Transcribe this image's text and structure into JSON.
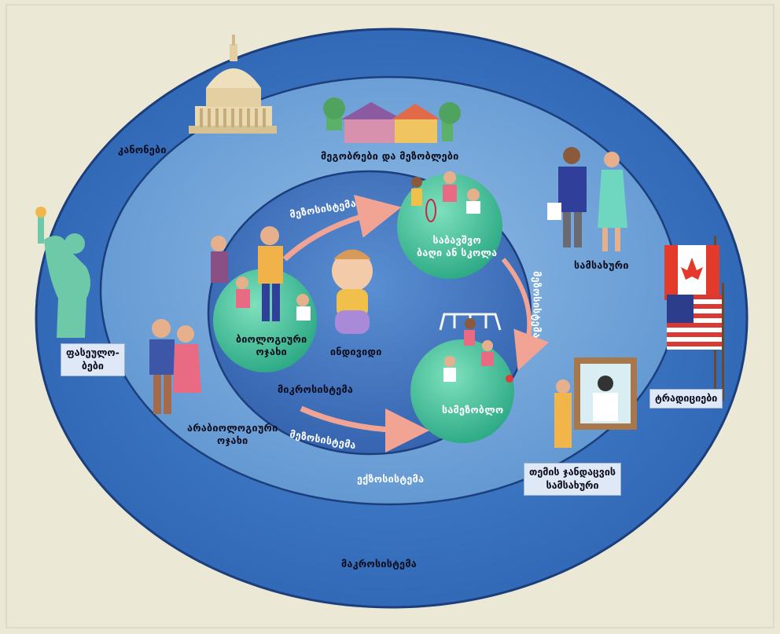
{
  "diagram": {
    "rings": {
      "macro": "მაკროსისტემა",
      "exo": "ექზოსისტემა",
      "micro": "მიკროსისტემა",
      "meso_top": "მეზოსისტემა",
      "meso_right": "მეზოსისტემა",
      "meso_bottom": "მეზოსისტემა"
    },
    "center": "ინდივიდი",
    "micro_nodes": {
      "family": [
        "ბიოლოგიური",
        "ოჯახი"
      ],
      "school": [
        "საბავშვო",
        "ბაღი ან სკოლა"
      ],
      "neighborhood": "სამეზობლო"
    },
    "exo_items": {
      "friends": "მეგობრები და მეზობლები",
      "work": "სამსახური",
      "extended_family": [
        "არაბიოლოგიური",
        "ოჯახი"
      ],
      "social_services": [
        "თემის ჯანდაცვის",
        "სამსახური"
      ]
    },
    "macro_items": {
      "laws": "კანონები",
      "values": [
        "ფასეულო-",
        "ბები"
      ],
      "traditions": "ტრადიციები"
    },
    "colors": {
      "background": "#ece8d6",
      "outer_ring": "#3a76c4",
      "middle_ring": "#6a9fd6",
      "inner_ring": "#3f6fb9",
      "node_green": "#3bbf9a",
      "arrow": "#f1a394"
    }
  }
}
